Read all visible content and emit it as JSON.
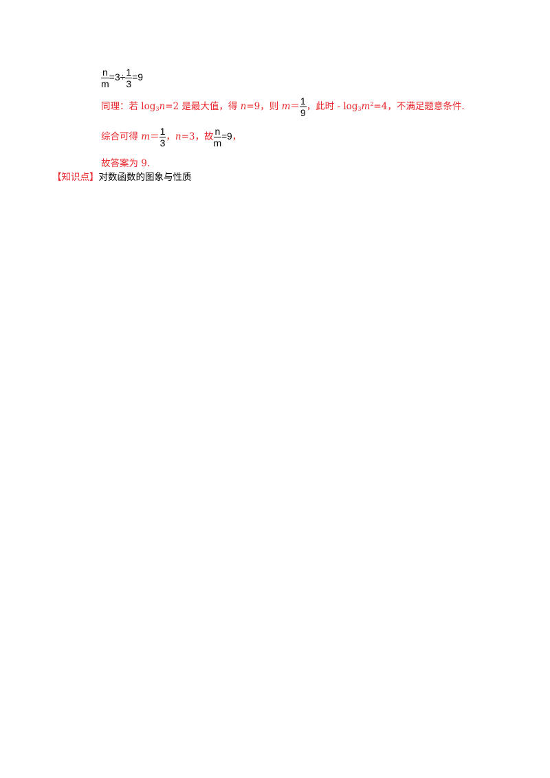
{
  "eq1": {
    "frac1_num": "n",
    "frac1_den": "m",
    "mid": "=3÷",
    "frac2_num": "1",
    "frac2_den": "3",
    "end": "=9"
  },
  "line2": {
    "lead": "同理：若 log",
    "sub3": "3",
    "n_var": "n",
    "eq_max": "=2 是最大值，得 ",
    "n_var2": "n",
    "eq9": "=9，则 ",
    "m_var": "m",
    "eq": "＝",
    "frac_num": "1",
    "frac_den": "9",
    "then": "，此时 - log",
    "sub3b": "3",
    "m_var2": "m",
    "sup2": "2",
    "tail": "=4，不满足题意条件."
  },
  "line3": {
    "lead": "综合可得 ",
    "m_var": "m",
    "eq": "＝",
    "frac_num": "1",
    "frac_den": "3",
    "mid": "，",
    "n_var": "n",
    "eq3": "=3，故",
    "frac2_num": "n",
    "frac2_den": "m",
    "end": "=9",
    "comma": "，"
  },
  "line4": {
    "text": "故答案为 9."
  },
  "knowledge": {
    "label": "【知识点】",
    "text": "对数函数的图象与性质"
  },
  "colors": {
    "answer_red": "#e8262b",
    "text_black": "#000000"
  }
}
